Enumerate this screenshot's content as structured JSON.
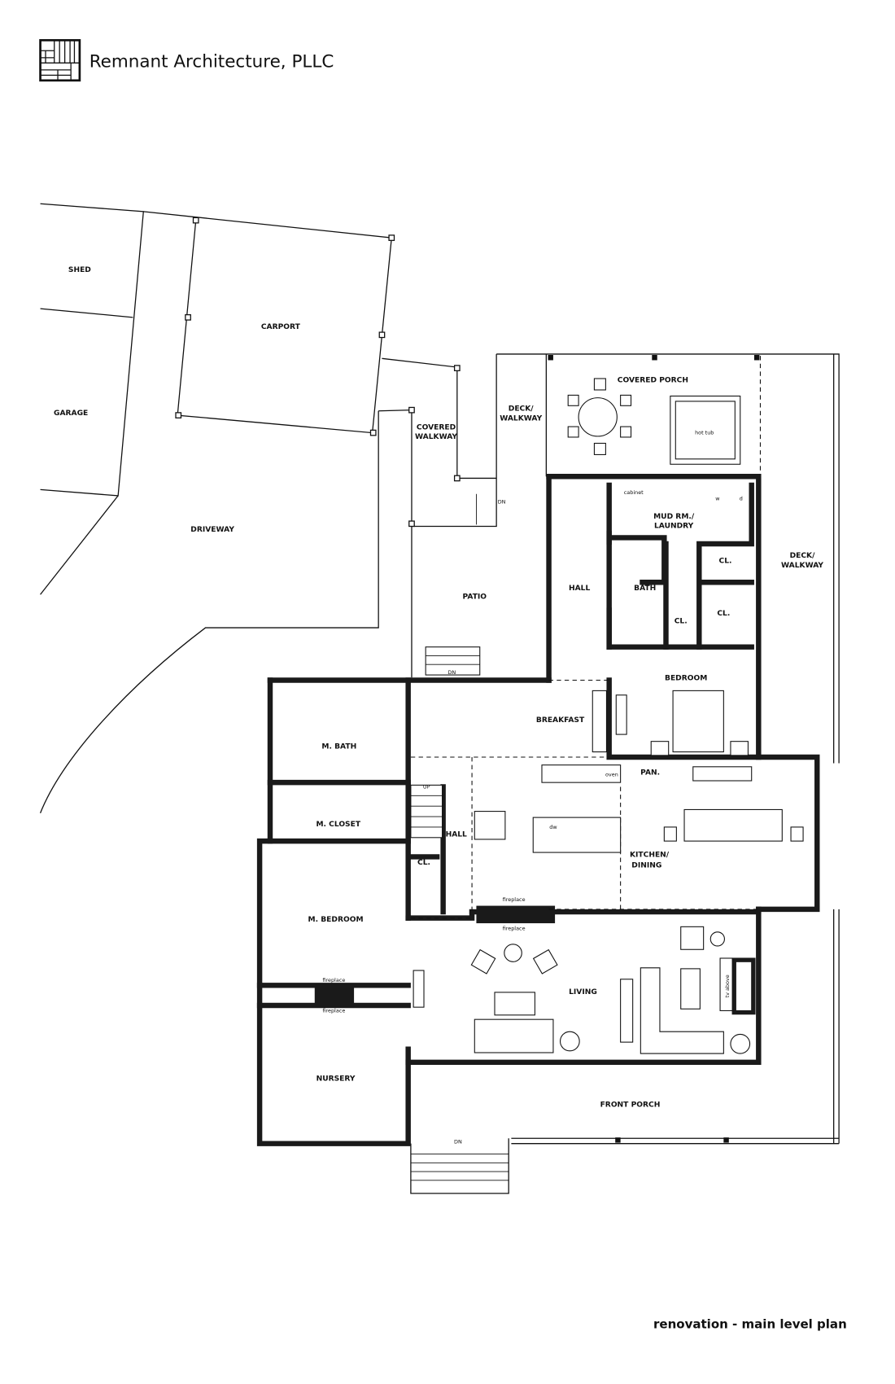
{
  "header": {
    "company": "Remnant Architecture, PLLC"
  },
  "footer": {
    "caption": "renovation - main level plan"
  },
  "rooms": {
    "shed": "SHED",
    "garage": "GARAGE",
    "carport": "CARPORT",
    "driveway": "DRIVEWAY",
    "covered_walkway_1": "COVERED",
    "covered_walkway_2": "WALKWAY",
    "deck_walkway_w_1": "DECK/",
    "deck_walkway_w_2": "WALKWAY",
    "covered_porch": "COVERED PORCH",
    "patio": "PATIO",
    "hall_north": "HALL",
    "bath": "BATH",
    "mud_1": "MUD RM./",
    "mud_2": "LAUNDRY",
    "closet_1": "CL.",
    "closet_2": "CL.",
    "closet_3": "CL.",
    "deck_walkway_e_1": "DECK/",
    "deck_walkway_e_2": "WALKWAY",
    "bedroom": "BEDROOM",
    "breakfast": "BREAKFAST",
    "m_bath": "M. BATH",
    "m_closet": "M. CLOSET",
    "hall_center": "HALL",
    "closet_4": "CL.",
    "kitchen_1": "KITCHEN/",
    "kitchen_2": "DINING",
    "pantry": "PAN.",
    "m_bedroom": "M. BEDROOM",
    "living": "LIVING",
    "nursery": "NURSERY",
    "front_porch": "FRONT PORCH"
  },
  "fixtures": {
    "hot_tub": "hot tub",
    "cabinet": "cabinet",
    "washer": "w",
    "dryer": "d",
    "dishwasher": "dw",
    "oven": "oven",
    "fireplace_1": "fireplace",
    "fireplace_2": "fireplace",
    "fireplace_3": "fireplace",
    "fireplace_4": "fireplace",
    "tv": "tv above",
    "up": "UP",
    "dn_1": "DN",
    "dn_2": "DN",
    "dn_3": "DN"
  }
}
